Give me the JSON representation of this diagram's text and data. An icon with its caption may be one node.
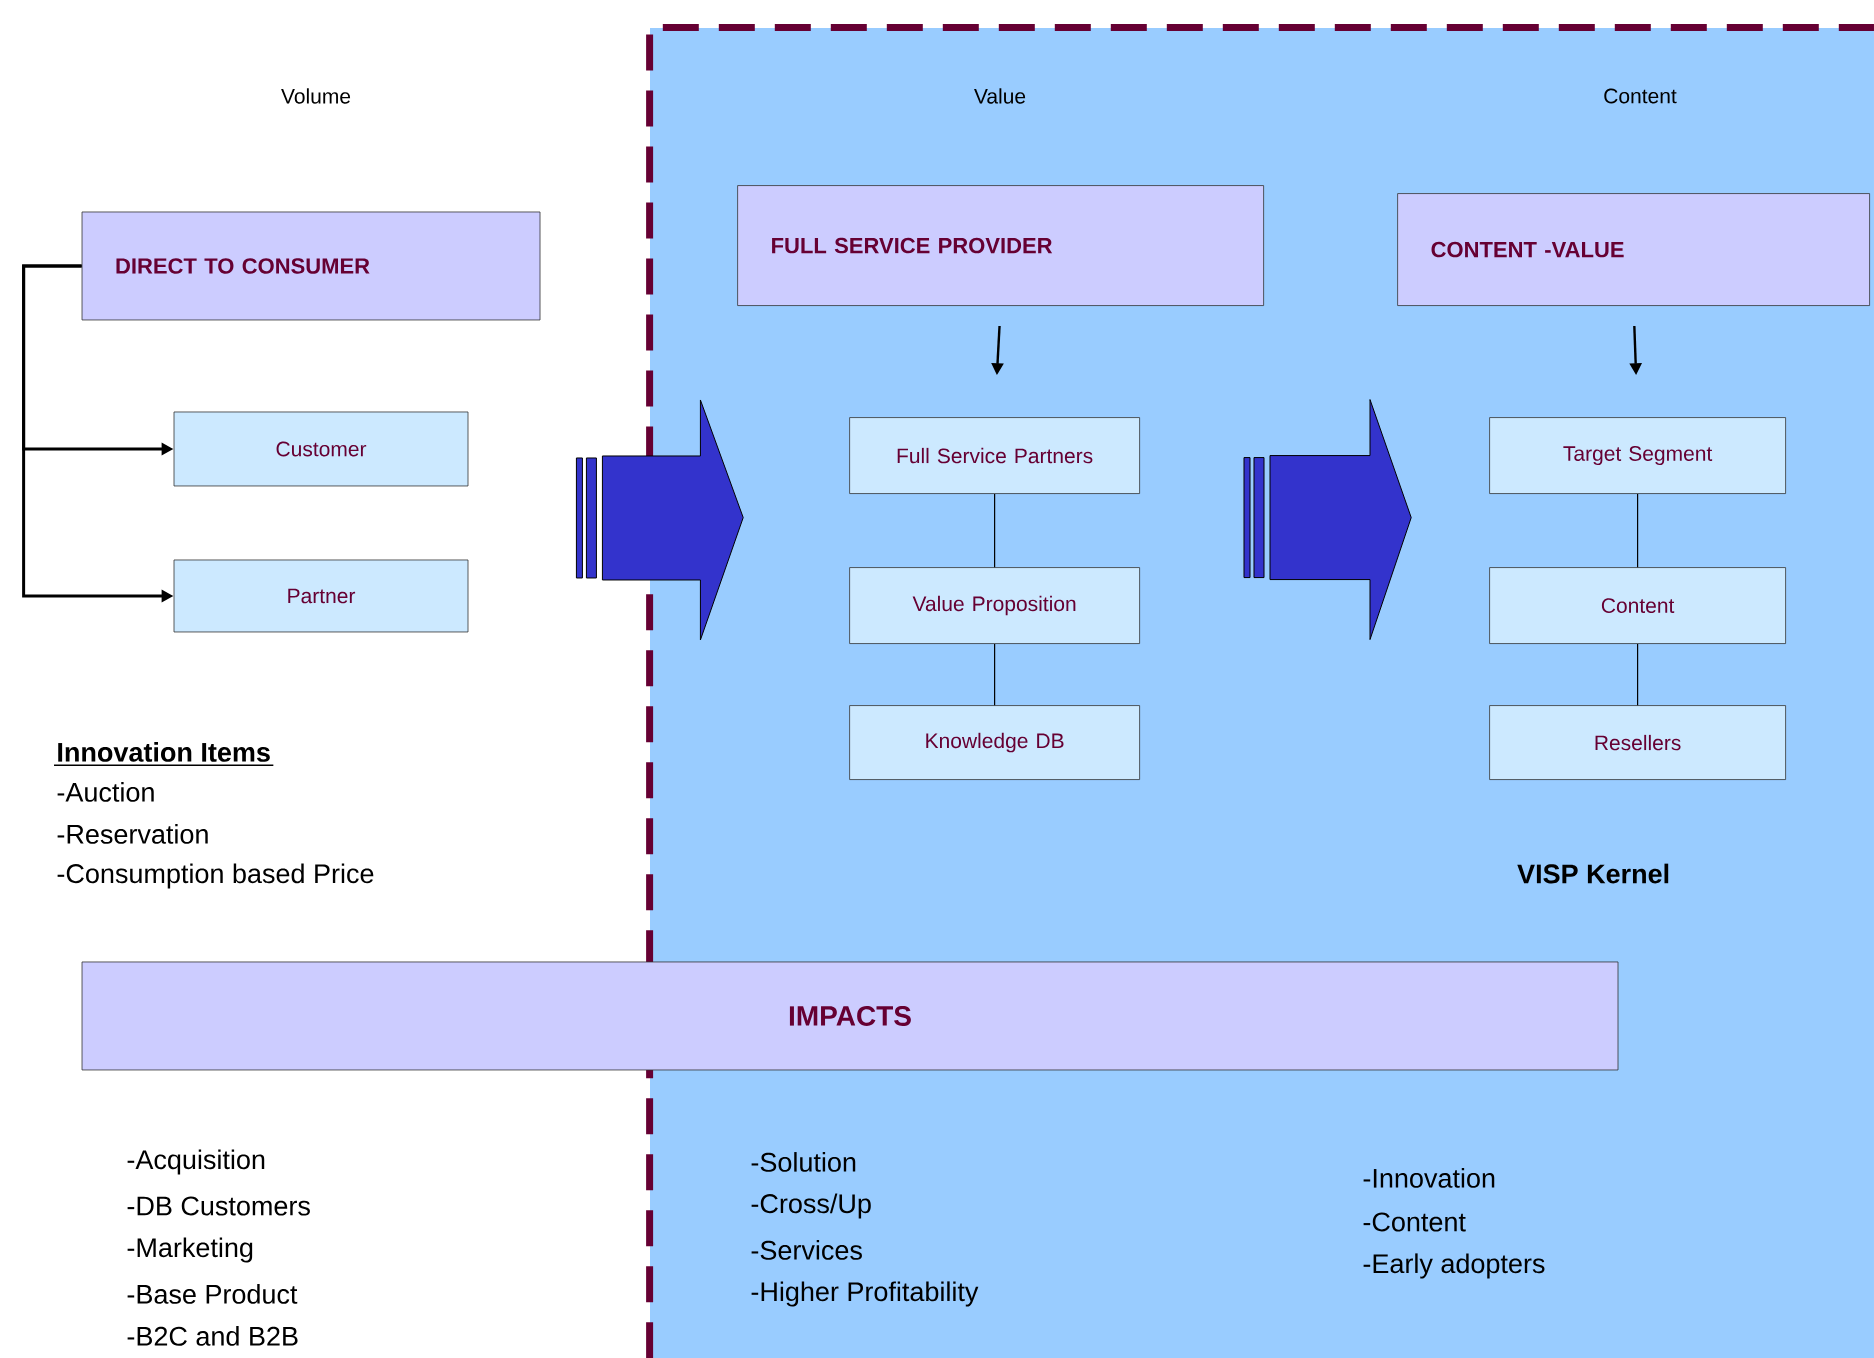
{
  "diagram": {
    "nodes": [
      {
        "text": [
          "DIRECT TO CONSUMER"
        ]
      },
      {
        "text": [
          "Customer"
        ]
      },
      {
        "text": [
          "Partner"
        ]
      },
      {
        "text": [
          "VISP Kernel"
        ]
      },
      {
        "text": [
          "FULL SERVICE PROVIDER"
        ],
        "in": 3
      },
      {
        "text": [
          "Full Service Partners"
        ],
        "in": 3
      },
      {
        "text": [
          "Value Proposition"
        ],
        "in": 3
      },
      {
        "text": [
          "Knowledge DB"
        ],
        "in": 3
      },
      {
        "text": [
          "CONTENT -VALUE"
        ],
        "in": 3
      },
      {
        "text": [
          "Target Segment"
        ],
        "in": 3
      },
      {
        "text": [
          "Content"
        ],
        "in": 3
      },
      {
        "text": [
          "Resellers"
        ],
        "in": 3
      },
      {
        "text": [
          "IMPACTS"
        ]
      }
    ],
    "edges": [
      {
        "from": 0,
        "to": 1,
        "arrow": "to"
      },
      {
        "from": 0,
        "to": 2,
        "arrow": "to"
      },
      {
        "from": 4,
        "to": 5,
        "arrow": "to"
      },
      {
        "from": 5,
        "to": 6,
        "arrow": "none"
      },
      {
        "from": 6,
        "to": 7,
        "arrow": "none"
      },
      {
        "from": 8,
        "to": 9,
        "arrow": "to"
      },
      {
        "from": 9,
        "to": 10,
        "arrow": "none"
      },
      {
        "from": 10,
        "to": 11,
        "arrow": "none"
      },
      {
        "from": 1,
        "to": 5,
        "arrow": "to",
        "style": "thick",
        "color": "#3333cc"
      },
      {
        "from": 5,
        "to": 9,
        "arrow": "to",
        "style": "thick",
        "color": "#3333cc"
      }
    ],
    "labels": [
      "Volume",
      "Value",
      "Content",
      "Innovation Items",
      "-Auction",
      "-Reservation",
      "-Consumption based Price",
      "-Acquisition",
      "-DB Customers",
      "-Marketing",
      "-Base Product",
      "-B2C and B2B",
      "-Solution",
      "-Cross/Up",
      "-Services",
      "-Higher Profitability",
      "-Innovation",
      "-Content",
      "-Early adopters"
    ]
  }
}
